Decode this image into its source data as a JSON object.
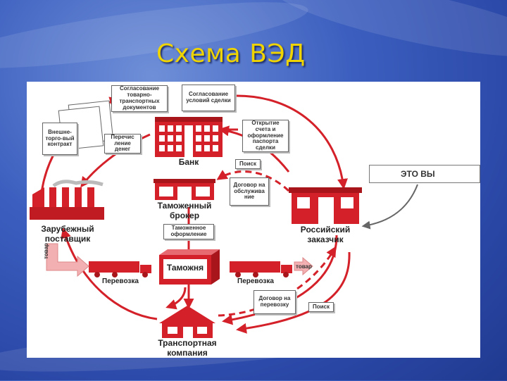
{
  "slide": {
    "title": "Схема ВЭД"
  },
  "callout": {
    "text": "ЭТО ВЫ"
  },
  "nodes": {
    "bank": "Банк",
    "broker": "Таможенный брокер",
    "foreign_supplier": "Зарубежный поставщик",
    "russian_customer": "Российский заказчик",
    "customs": "Таможня",
    "transport_company": "Транспортная компания",
    "transport_left": "Перевозка",
    "transport_right": "Перевозка"
  },
  "documents": {
    "agree_shipping_docs": "Согласование товарно-транспортных документов",
    "agree_deal_terms": "Согласование условий сделки",
    "foreign_contract": "Внешне-торго-вый контракт",
    "money_transfer": "Перечис ление денег",
    "account_opening": "Открытие счета и оформление паспорта сделки",
    "search_top": "Поиск",
    "service_contract": "Договор на обслужива ние",
    "customs_clearance": "Таможенное оформление",
    "transport_contract": "Договор на перевозку",
    "search_bottom": "Поиск"
  },
  "goods_labels": {
    "left": "товар",
    "right": "товар"
  },
  "colors": {
    "accent_red": "#d42028",
    "title_yellow": "#f0d400",
    "background_blue": "#3c5fbf"
  }
}
